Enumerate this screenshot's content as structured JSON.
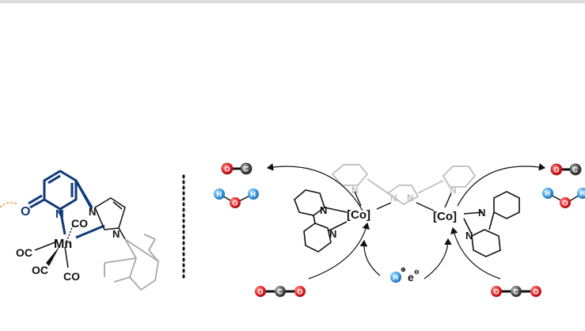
{
  "labels": {
    "n": "N",
    "mn": "Mn",
    "co": "CO",
    "oc": "OC",
    "o": "O",
    "co_complex": "[Co]",
    "h": "H",
    "e": "e",
    "plus": "⊕",
    "minus": "⊖",
    "c": "C"
  },
  "colors": {
    "ligand_blue": "#0f3a78",
    "grey_ligand": "#bdbdbd",
    "oxygen_red": "#e8262b",
    "carbon_grey": "#555555",
    "hydrogen_blue": "#3ba0e6",
    "h_bond_orange": "#e7b36b",
    "text": "#111111"
  }
}
